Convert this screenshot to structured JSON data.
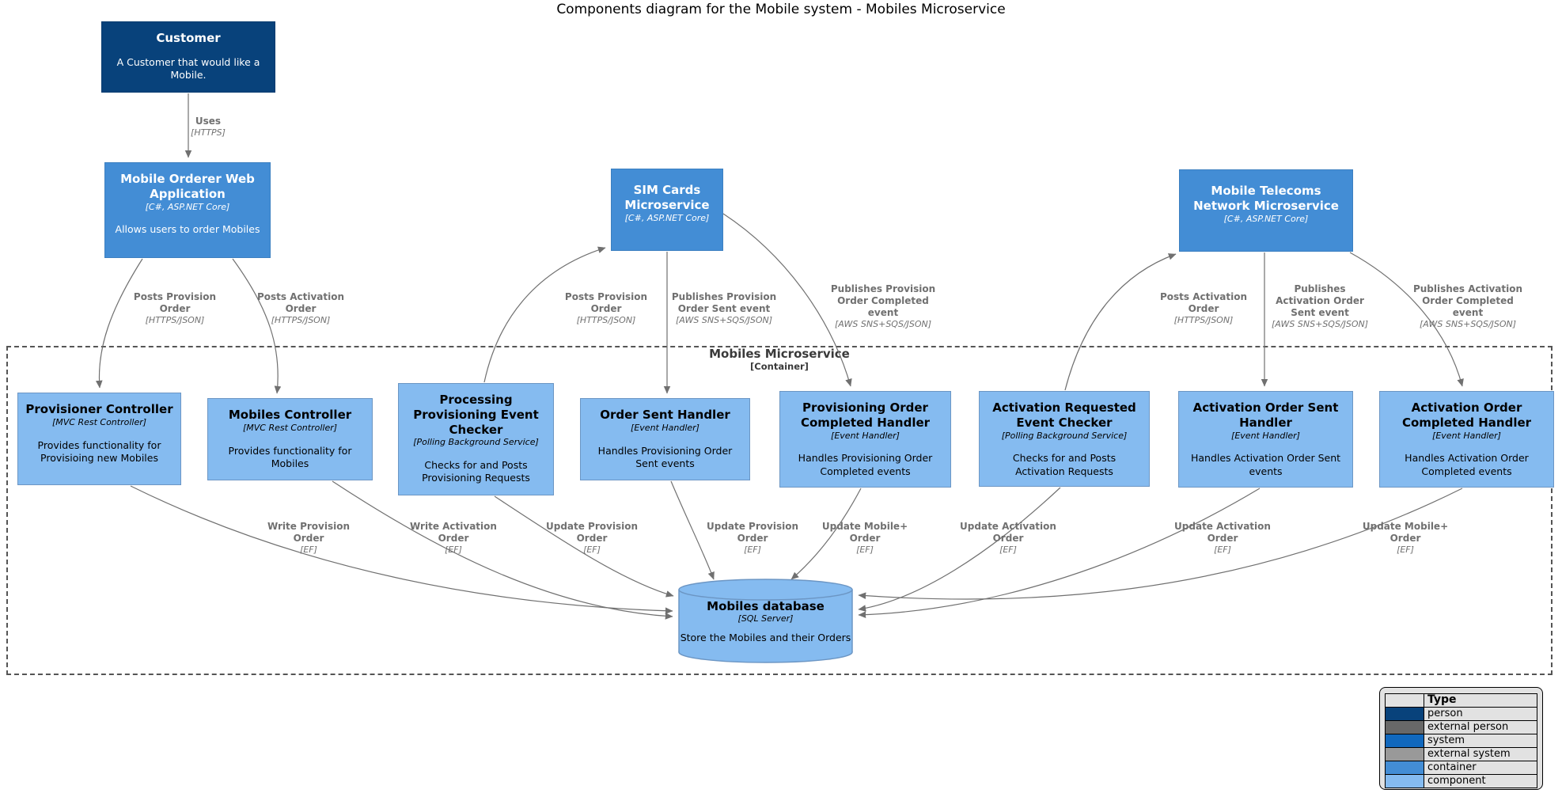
{
  "title": "Components diagram for the Mobile system - Mobiles Microservice",
  "boundary": {
    "name": "Mobiles Microservice",
    "type": "[Container]"
  },
  "nodes": {
    "customer": {
      "name": "Customer",
      "desc": "A Customer that would like a Mobile."
    },
    "web_app": {
      "name": "Mobile Orderer Web Application",
      "tech": "[C#, ASP.NET Core]",
      "desc": "Allows users to order Mobiles"
    },
    "sim": {
      "name": "SIM Cards Microservice",
      "tech": "[C#, ASP.NET Core]"
    },
    "telecoms": {
      "name": "Mobile Telecoms Network Microservice",
      "tech": "[C#, ASP.NET Core]"
    },
    "provisioner_controller": {
      "name": "Provisioner Controller",
      "tech": "[MVC Rest Controller]",
      "desc": "Provides functionality for Provisioing new Mobiles"
    },
    "mobiles_controller": {
      "name": "Mobiles Controller",
      "tech": "[MVC Rest Controller]",
      "desc": "Provides functionality for Mobiles"
    },
    "processing_provisioning_event_checker": {
      "name": "Processing Provisioning Event Checker",
      "tech": "[Polling Background Service]",
      "desc": "Checks for and Posts Provisioning Requests"
    },
    "order_sent_handler": {
      "name": "Order Sent Handler",
      "tech": "[Event Handler]",
      "desc": "Handles Provisioning Order Sent events"
    },
    "provisioning_order_completed_handler": {
      "name": "Provisioning Order Completed Handler",
      "tech": "[Event Handler]",
      "desc": "Handles Provisioning Order Completed events"
    },
    "activation_requested_event_checker": {
      "name": "Activation Requested Event Checker",
      "tech": "[Polling Background Service]",
      "desc": "Checks for and Posts Activation Requests"
    },
    "activation_order_sent_handler": {
      "name": "Activation Order Sent Handler",
      "tech": "[Event Handler]",
      "desc": "Handles Activation Order Sent events"
    },
    "activation_order_completed_handler": {
      "name": "Activation Order Completed Handler",
      "tech": "[Event Handler]",
      "desc": "Handles Activation Order Completed events"
    },
    "database": {
      "name": "Mobiles database",
      "tech": "[SQL Server]",
      "desc": "Store the Mobiles and their Orders"
    }
  },
  "edges": {
    "uses": {
      "name": "Uses",
      "tech": "[HTTPS]"
    },
    "posts_provision_order_web": {
      "name": "Posts Provision Order",
      "tech": "[HTTPS/JSON]"
    },
    "posts_activation_order_web": {
      "name": "Posts Activation Order",
      "tech": "[HTTPS/JSON]"
    },
    "posts_provision_order_sim": {
      "name": "Posts Provision Order",
      "tech": "[HTTPS/JSON]"
    },
    "publishes_provision_sent": {
      "name": "Publishes Provision Order Sent event",
      "tech": "[AWS SNS+SQS/JSON]"
    },
    "publishes_provision_completed": {
      "name": "Publishes Provision Order Completed event",
      "tech": "[AWS SNS+SQS/JSON]"
    },
    "posts_activation_order_net": {
      "name": "Posts Activation Order",
      "tech": "[HTTPS/JSON]"
    },
    "publishes_activation_sent": {
      "name": "Publishes Activation Order Sent event",
      "tech": "[AWS SNS+SQS/JSON]"
    },
    "publishes_activation_completed": {
      "name": "Publishes Activation Order Completed event",
      "tech": "[AWS SNS+SQS/JSON]"
    },
    "write_provision_order": {
      "name": "Write Provision Order",
      "tech": "[EF]"
    },
    "write_activation_order": {
      "name": "Write Activation Order",
      "tech": "[EF]"
    },
    "update_provision_order_1": {
      "name": "Update Provision Order",
      "tech": "[EF]"
    },
    "update_provision_order_2": {
      "name": "Update Provision Order",
      "tech": "[EF]"
    },
    "update_mobile_order_1": {
      "name": "Update Mobile+ Order",
      "tech": "[EF]"
    },
    "update_activation_order_1": {
      "name": "Update Activation Order",
      "tech": "[EF]"
    },
    "update_activation_order_2": {
      "name": "Update Activation Order",
      "tech": "[EF]"
    },
    "update_mobile_order_2": {
      "name": "Update Mobile+ Order",
      "tech": "[EF]"
    }
  },
  "legend": {
    "header": "Type",
    "rows": [
      {
        "label": "person",
        "color": "#08427B"
      },
      {
        "label": "external person",
        "color": "#686868"
      },
      {
        "label": "system",
        "color": "#1168BD"
      },
      {
        "label": "external system",
        "color": "#999999"
      },
      {
        "label": "container",
        "color": "#438DD5"
      },
      {
        "label": "component",
        "color": "#85BBF0"
      }
    ]
  }
}
